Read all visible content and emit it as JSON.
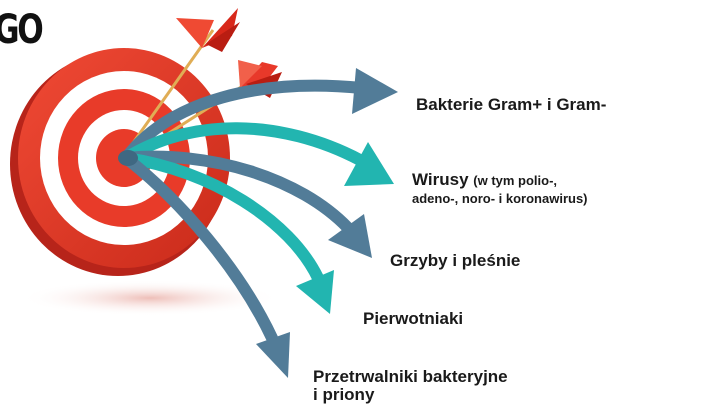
{
  "heading": "GO",
  "target": {
    "colors": {
      "red": "#e63a2a",
      "dark_red": "#b31f12",
      "white": "#ffffff",
      "shadow": "#f3d3cf"
    }
  },
  "darts": {
    "color": "#e23322",
    "shaft": "#e3b25a"
  },
  "arrows": {
    "teal": "#22b5b0",
    "slate": "#527c98"
  },
  "labels": [
    {
      "text": "Bakterie Gram+ i Gram-"
    },
    {
      "text": "Wirusy",
      "note": "(w tym polio-,",
      "line2": "adeno-, noro- i koronawirus)"
    },
    {
      "text": "Grzyby i pleśnie"
    },
    {
      "text": "Pierwotniaki"
    },
    {
      "line1": "Przetrwalniki bakteryjne",
      "line2": "i priony"
    }
  ]
}
